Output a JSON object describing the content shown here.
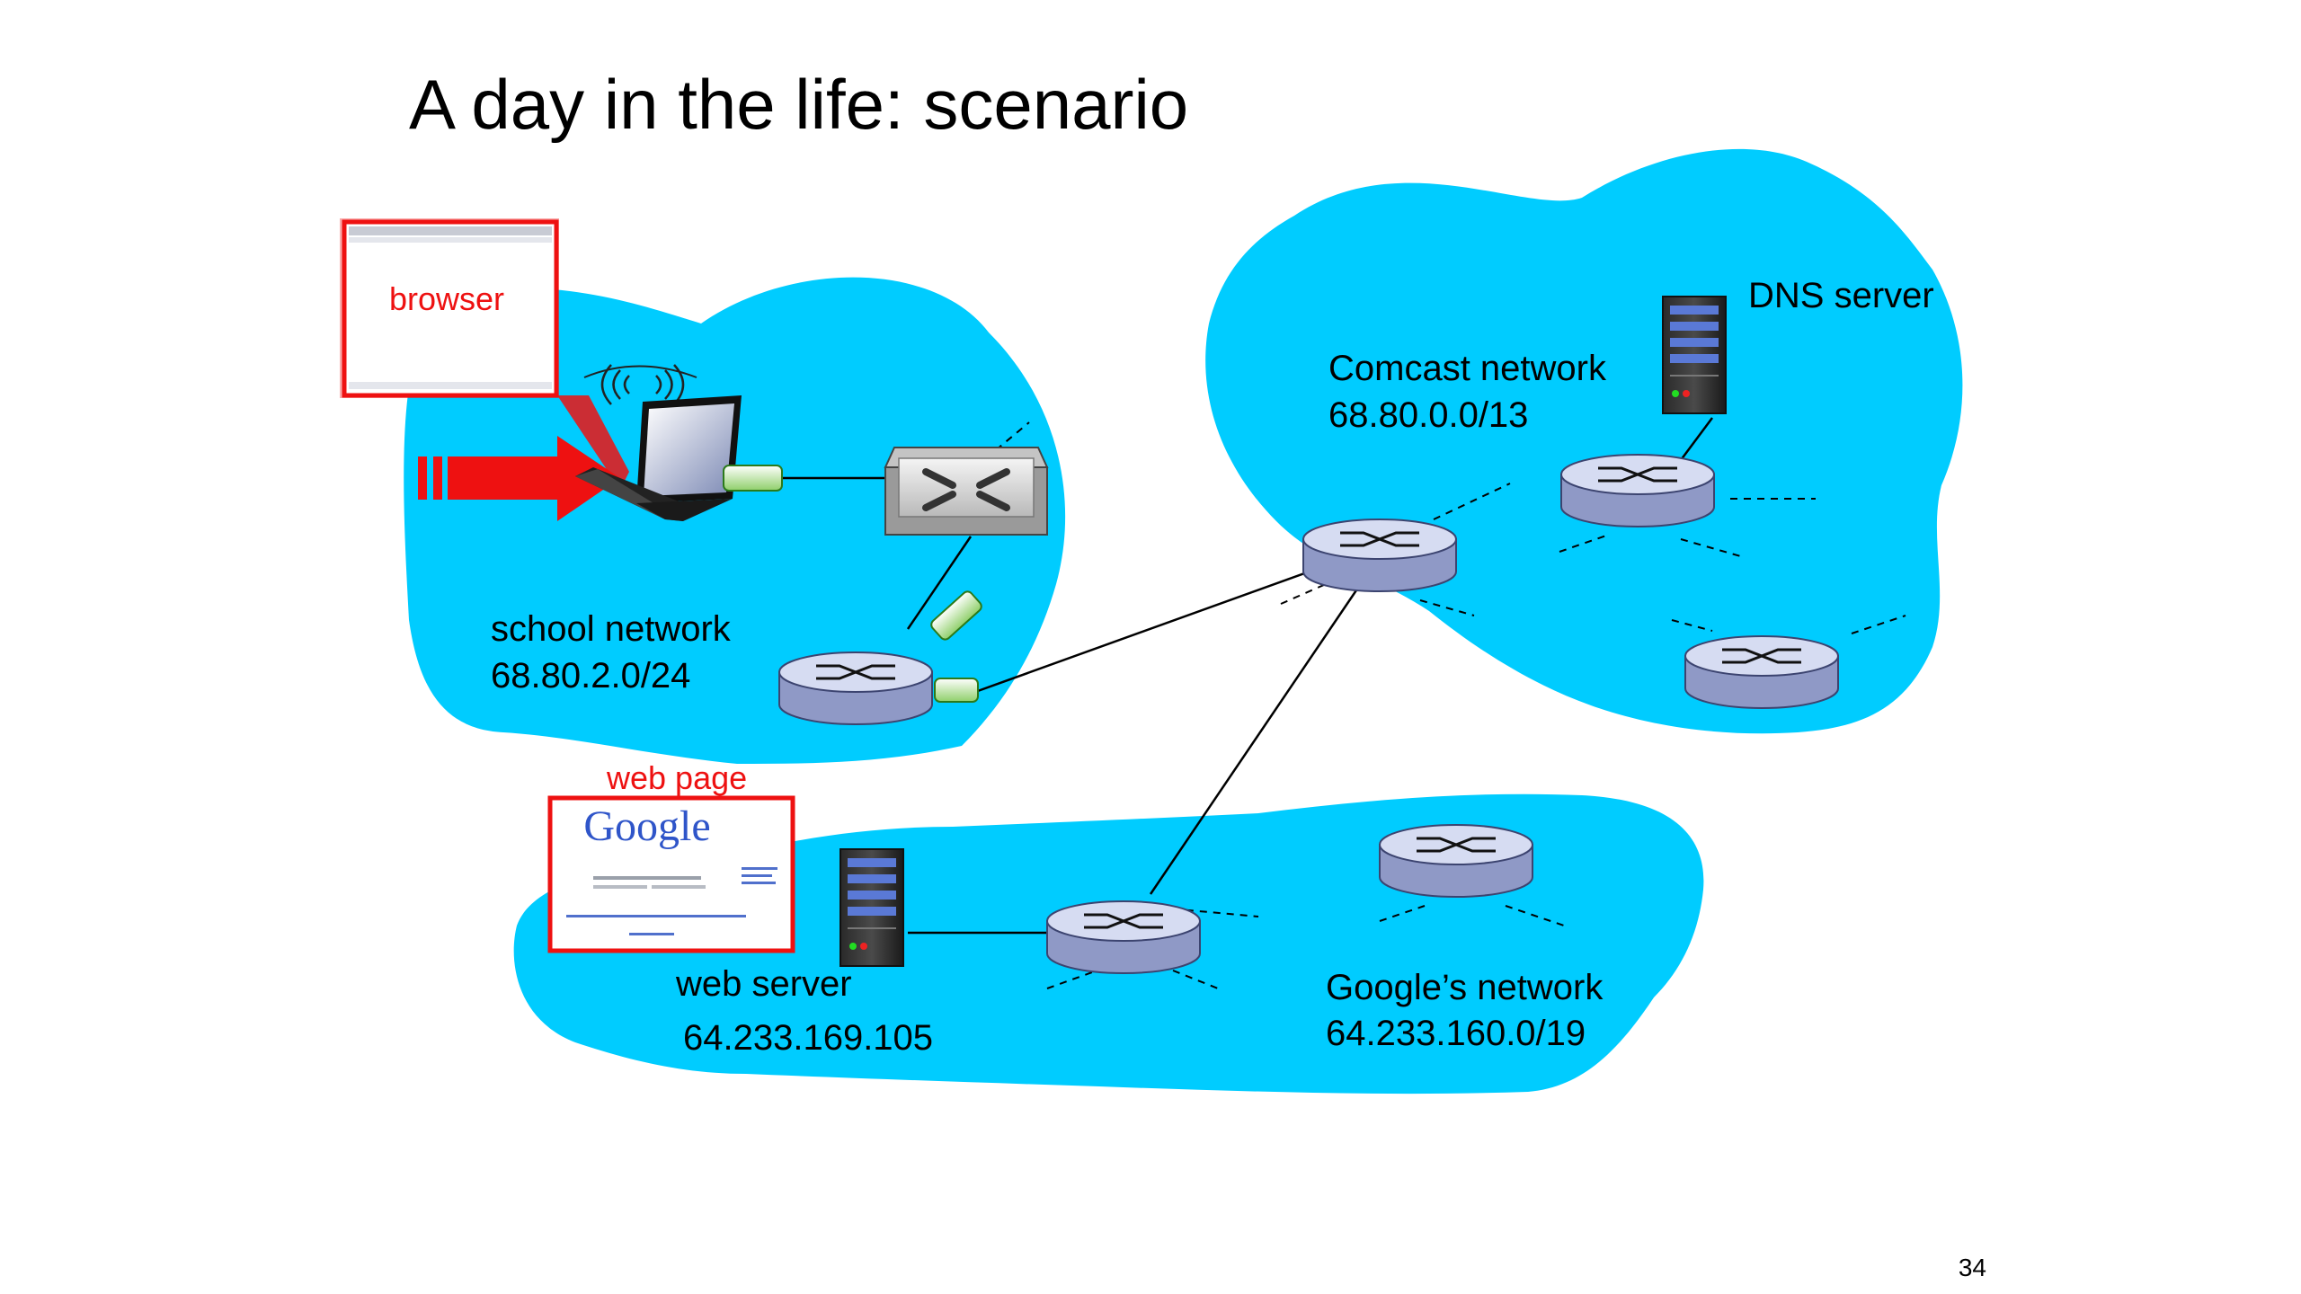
{
  "slide": {
    "title": "A day in the life: scenario",
    "page_number": "34"
  },
  "networks": {
    "school": {
      "name": "school network",
      "prefix": "68.80.2.0/24"
    },
    "comcast": {
      "name": "Comcast network",
      "prefix": "68.80.0.0/13"
    },
    "google": {
      "name": "Google’s network",
      "prefix": "64.233.160.0/19"
    }
  },
  "labels": {
    "browser": "browser",
    "web_page": "web page",
    "dns_server": "DNS server",
    "web_server": "web server",
    "web_server_ip": "64.233.169.105",
    "google_logo": "Google"
  },
  "colors": {
    "network_fill": "#00ccff",
    "highlight_red": "#ee1111",
    "router_top": "#d6dcf2",
    "router_side": "#8f99c6",
    "text": "#000000"
  },
  "icons": {
    "laptop": "laptop-icon",
    "switch": "switch-icon",
    "router": "router-icon",
    "server": "server-icon",
    "wifi": "wifi-signal-icon",
    "arrow": "red-arrow-icon"
  }
}
